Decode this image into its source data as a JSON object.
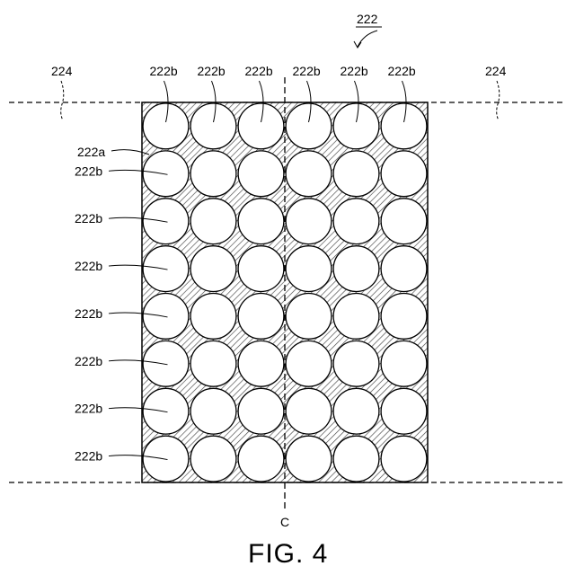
{
  "figure": {
    "caption": "FIG. 4",
    "assembly_label": "222",
    "region_label_left": "224",
    "region_label_right": "224",
    "matrix_label": "222a",
    "element_label": "222b",
    "centerline_label": "C",
    "grid": {
      "rows": 8,
      "columns": 6
    }
  }
}
